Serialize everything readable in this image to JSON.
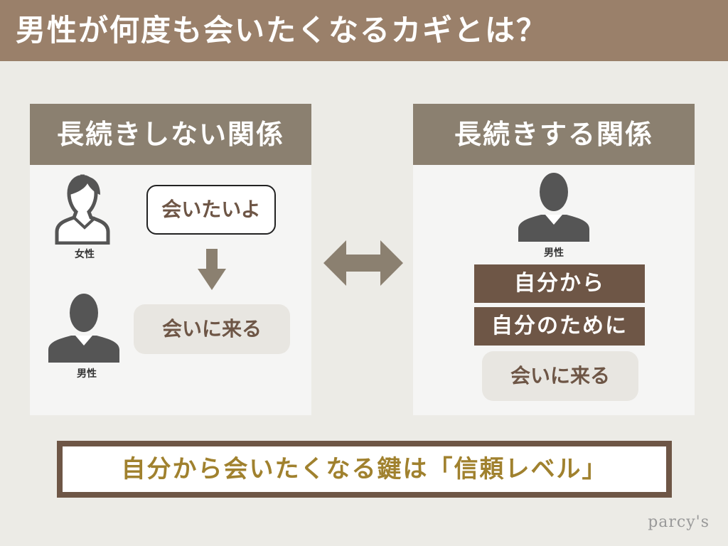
{
  "title": "男性が何度も会いたくなるカギとは？",
  "left_panel": {
    "heading": "長続きしない関係",
    "woman_label": "女性",
    "man_label": "男性",
    "bubble1": "会いたいよ",
    "bubble2": "会いに来る"
  },
  "right_panel": {
    "heading": "長続きする関係",
    "man_label": "男性",
    "bar1": "自分から",
    "bar2": "自分のために",
    "bubble": "会いに来る"
  },
  "key_message": "自分から会いたくなる鍵は「信頼レベル」",
  "logo": "parcy's",
  "colors": {
    "title_bg": "#9a806a",
    "header_bg": "#8b8070",
    "dark_brown": "#6e5646",
    "gold": "#a0812e"
  }
}
